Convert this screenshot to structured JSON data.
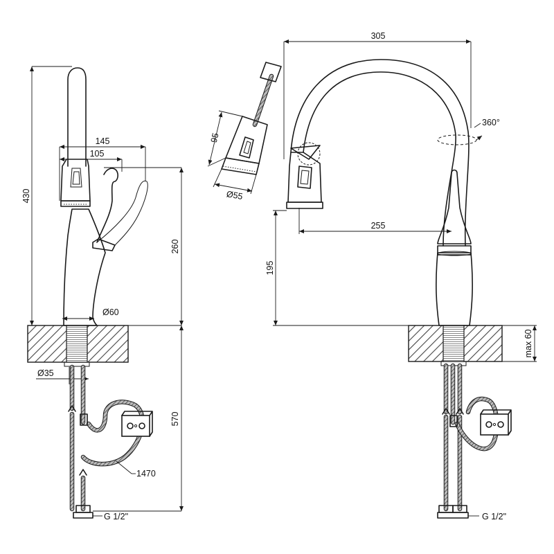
{
  "side_view": {
    "height_total": "430",
    "top_width": "145",
    "handle_width": "105",
    "height_spout": "260",
    "base_diameter": "Ø60",
    "shank_diameter": "Ø35",
    "hose_length": "570",
    "hose_total": "1470",
    "connection": "G 1/2\""
  },
  "head_view": {
    "head_height": "95",
    "head_diameter": "Ø55"
  },
  "front_view": {
    "reach": "305",
    "rotation": "360°",
    "reach_outlet": "255",
    "outlet_height": "195",
    "max_counter": "max 60",
    "connection": "G 1/2\""
  }
}
